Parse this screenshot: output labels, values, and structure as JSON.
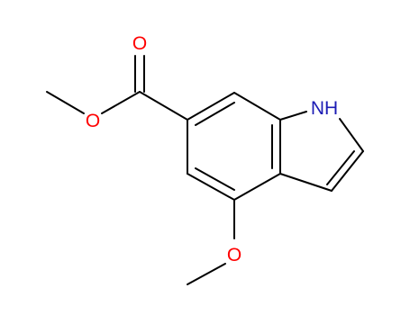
{
  "molecule": {
    "atoms": {
      "carbonyl_oxygen": "O",
      "ester_oxygen": "O",
      "methoxy_oxygen": "O",
      "indole_nitrogen": "NH"
    },
    "colors": {
      "bond": "#000000",
      "oxygen": "#ff0000",
      "nitrogen": "#1c1cb4"
    }
  }
}
